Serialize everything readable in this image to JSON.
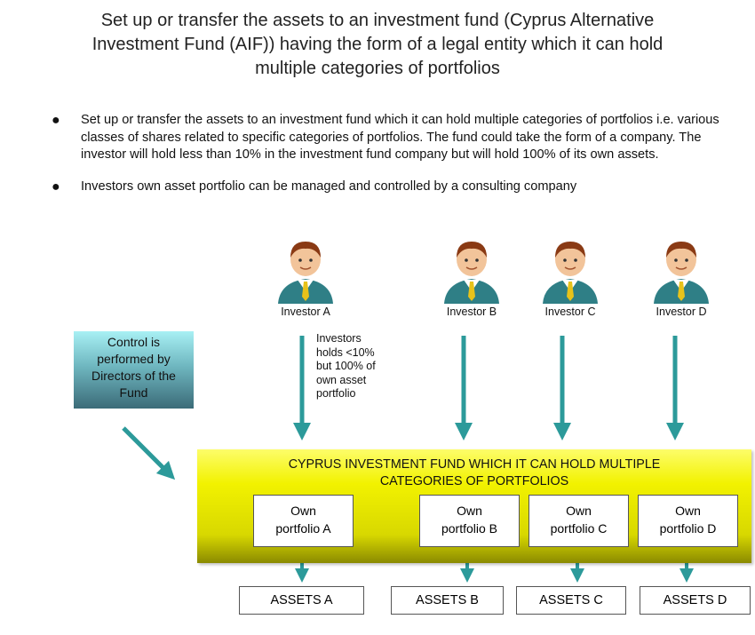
{
  "title": {
    "line1": "Set up or transfer the assets to an investment fund (Cyprus Alternative",
    "line2": "Investment Fund (AIF)) having the form of a legal entity which it can hold",
    "line3": "multiple categories of portfolios"
  },
  "bullets": [
    "Set up or transfer the assets to an investment fund which it can hold multiple categories of portfolios i.e. various classes of shares related to specific categories of portfolios. The fund could take the form of a company. The investor will hold less than 10% in the investment fund company but will hold 100% of its own assets.",
    "Investors own asset portfolio can be managed and controlled by a consulting company"
  ],
  "investors": [
    "Investor A",
    "Investor B",
    "Investor C",
    "Investor D"
  ],
  "note": {
    "line1": "Investors",
    "line2": "holds <10%",
    "line3": "but 100% of",
    "line4": "own asset",
    "line5": "portfolio"
  },
  "control": {
    "line1": "Control is",
    "line2": "performed by",
    "line3": "Directors of the",
    "line4": "Fund"
  },
  "fund": {
    "line1": "CYPRUS INVESTMENT FUND WHICH IT CAN HOLD MULTIPLE",
    "line2": "CATEGORIES OF PORTFOLIOS"
  },
  "portfolios": [
    {
      "line1": "Own",
      "line2": "portfolio A"
    },
    {
      "line1": "Own",
      "line2": "portfolio B"
    },
    {
      "line1": "Own",
      "line2": "portfolio C"
    },
    {
      "line1": "Own",
      "line2": "portfolio D"
    }
  ],
  "assets": [
    "ASSETS A",
    "ASSETS B",
    "ASSETS C",
    "ASSETS D"
  ],
  "colors": {
    "arrow": "#2c9a9a",
    "fund_yellow": "#f2f200",
    "skin": "#f2c49a",
    "hair": "#8a3a14",
    "suit": "#2f7f86",
    "tie": "#e8c21a"
  }
}
